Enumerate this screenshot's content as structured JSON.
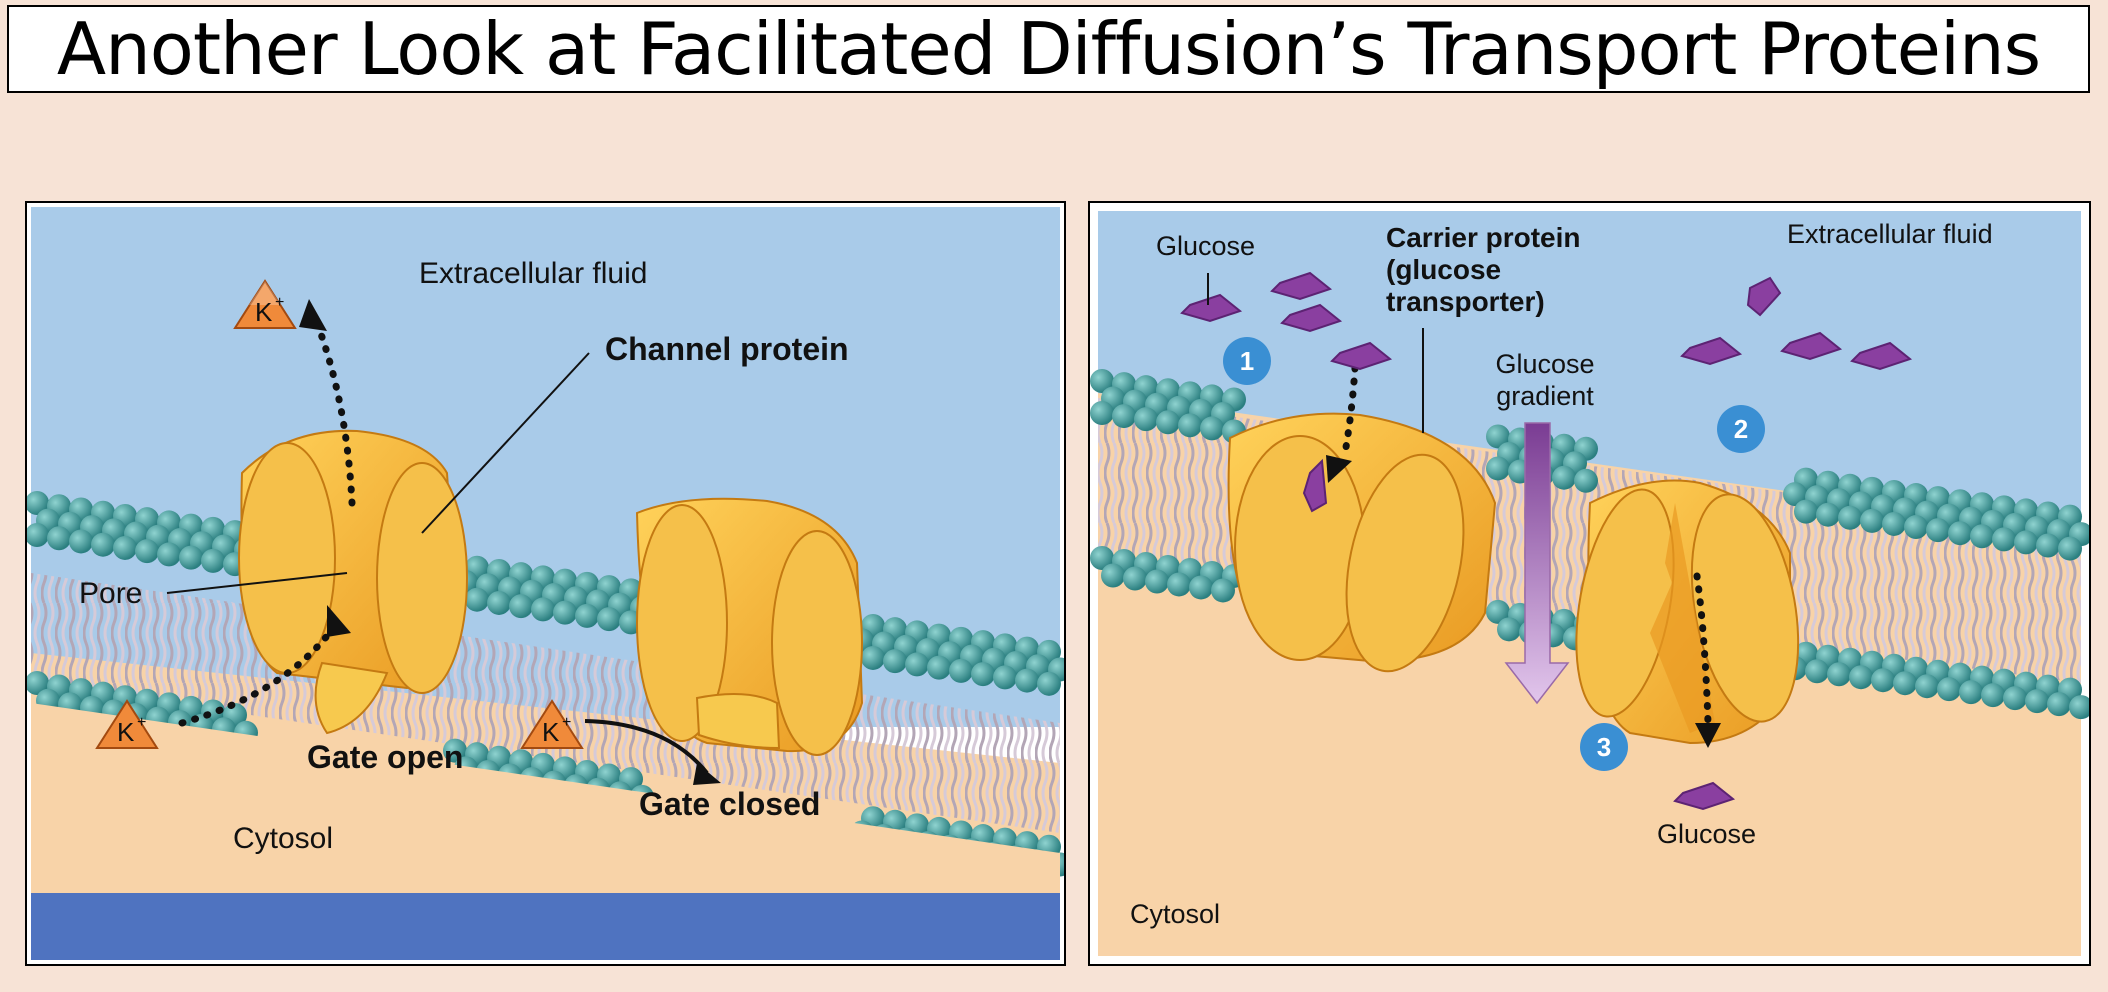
{
  "slide": {
    "title": "Another Look at Facilitated Diffusion’s Transport Proteins"
  },
  "left_panel": {
    "extracellular_label": "Extracellular fluid",
    "channel_protein_label": "Channel protein",
    "pore_label": "Pore",
    "gate_open_label": "Gate open",
    "gate_closed_label": "Gate closed",
    "cytosol_label": "Cytosol",
    "ion_symbol": "K",
    "ion_charge": "+"
  },
  "right_panel": {
    "glucose_top_label": "Glucose",
    "carrier_label_line1": "Carrier protein",
    "carrier_label_line2": "(glucose",
    "carrier_label_line3": "transporter)",
    "extracellular_label": "Extracellular fluid",
    "gradient_label_line1": "Glucose",
    "gradient_label_line2": "gradient",
    "glucose_bottom_label": "Glucose",
    "cytosol_label": "Cytosol",
    "step_1": "1",
    "step_2": "2",
    "step_3": "3"
  },
  "colors": {
    "extracellular": "#a9cbe9",
    "cytosol": "#f8d3a8",
    "lipid_head": "#3f9b9b",
    "lipid_tail": "#c9bccb",
    "protein": "#f2b83c",
    "glucose": "#8a3fa0",
    "step_badge": "#3a8fd3",
    "left_bottom_bar": "#4f73c0"
  }
}
